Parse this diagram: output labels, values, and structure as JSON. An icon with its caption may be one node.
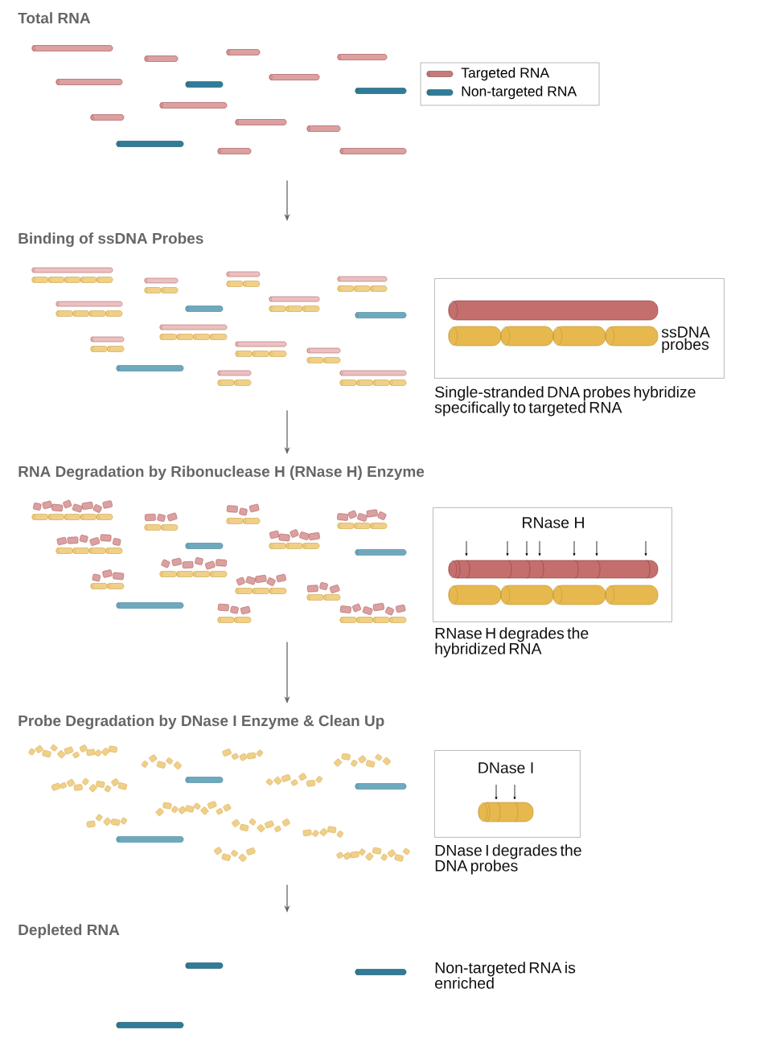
{
  "diagram": {
    "nodes": [
      {
        "text": [
          "Total RNA"
        ]
      },
      {
        "text": [
          "Binding of ssDNA Probes"
        ]
      },
      {
        "text": [
          "ssDNA probes"
        ],
        "beside": [
          "Single-stranded DNA probes hybridize specifically to targeted RNA"
        ]
      },
      {
        "text": [
          "RNA Degradation by Ribonuclease H (RNase H) Enzyme"
        ]
      },
      {
        "text": [
          "RNase H"
        ],
        "beside": [
          "RNase H degrades the hybridized RNA"
        ]
      },
      {
        "text": [
          "Probe Degradation by DNase I Enzyme & Clean Up"
        ]
      },
      {
        "text": [
          "DNase I"
        ],
        "beside": [
          "DNase I degrades the DNA probes"
        ]
      },
      {
        "text": [
          "Depleted RNA"
        ],
        "beside": [
          "Non-targeted RNA is enriched"
        ]
      }
    ],
    "edges": [
      {
        "from": 0,
        "to": 1,
        "arrow": "to"
      },
      {
        "from": 1,
        "to": 3,
        "arrow": "to"
      },
      {
        "from": 3,
        "to": 5,
        "arrow": "to"
      },
      {
        "from": 5,
        "to": 7,
        "arrow": "to"
      }
    ],
    "legend": [
      {
        "text": "Targeted RNA",
        "color": "#c97a7a"
      },
      {
        "text": "Non-targeted RNA",
        "color": "#2f7d98"
      }
    ]
  }
}
